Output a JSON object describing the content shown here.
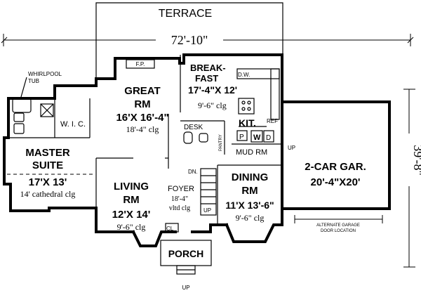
{
  "plan": {
    "overall_width": "72'-10\"",
    "overall_depth": "39'-8\"",
    "rooms": {
      "terrace": "TERRACE",
      "great_rm": {
        "name1": "GREAT",
        "name2": "RM",
        "size": "16'X 16'-4\"",
        "ceiling": "18'-4\" clg"
      },
      "breakfast": {
        "name1": "BREAK-",
        "name2": "FAST",
        "size": "17'-4\"X 12'",
        "ceiling": "9'-6\" clg"
      },
      "kitchen": "KIT.",
      "whirlpool_tub": {
        "line1": "WHIRLPOOL",
        "line2": "TUB"
      },
      "wic": "W. I. C.",
      "master_suite": {
        "name1": "MASTER",
        "name2": "SUITE",
        "size": "17'X 13'",
        "ceiling": "14' cathedral clg"
      },
      "desk": "DESK",
      "pantry": "PANTRY",
      "refrigerator": "REF",
      "mud_rm": "MUD RM",
      "washer": "W",
      "dryer": "D",
      "pantry_p": "P",
      "dishwasher": "D.W.",
      "fireplace": "F.P.",
      "living_rm": {
        "name1": "LIVING",
        "name2": "RM",
        "size": "12'X 14'",
        "ceiling": "9'-6\" clg"
      },
      "foyer": {
        "name": "FOYER",
        "ceiling1": "18'-4\"",
        "ceiling2": "vltd clg"
      },
      "dining_rm": {
        "name1": "DINING",
        "name2": "RM",
        "size": "11'X 13'-6\"",
        "ceiling": "9'-6\" clg"
      },
      "garage": {
        "name": "2-CAR GAR.",
        "size": "20'-4\"X20'"
      },
      "alt_garage": {
        "line1": "ALTERNATE GARAGE",
        "line2": "DOOR LOCATION"
      },
      "closet": "CL",
      "porch": "PORCH"
    },
    "stair_labels": {
      "up_mud": "UP",
      "up_stair": "UP",
      "dn": "DN.",
      "up_porch": "UP"
    }
  }
}
